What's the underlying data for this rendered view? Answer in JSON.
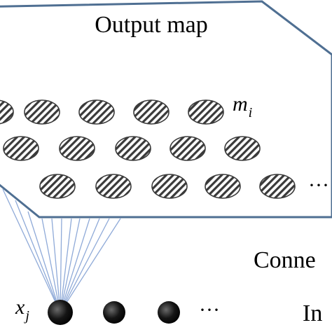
{
  "diagram": {
    "output_map_label": "Output map",
    "neuron_label": "m",
    "neuron_subscript": "i",
    "input_node_label": "x",
    "input_node_subscript": "j",
    "row_ellipsis": "···",
    "input_ellipsis": "···",
    "connections_label": "Conne",
    "input_label": "In"
  },
  "colors": {
    "plane_stroke": "#4f6f92",
    "connection_line": "#8faad8",
    "neuron_stroke": "#3a3a3a",
    "neuron_hatch": "#3a3a3a",
    "input_node": "#000000"
  }
}
